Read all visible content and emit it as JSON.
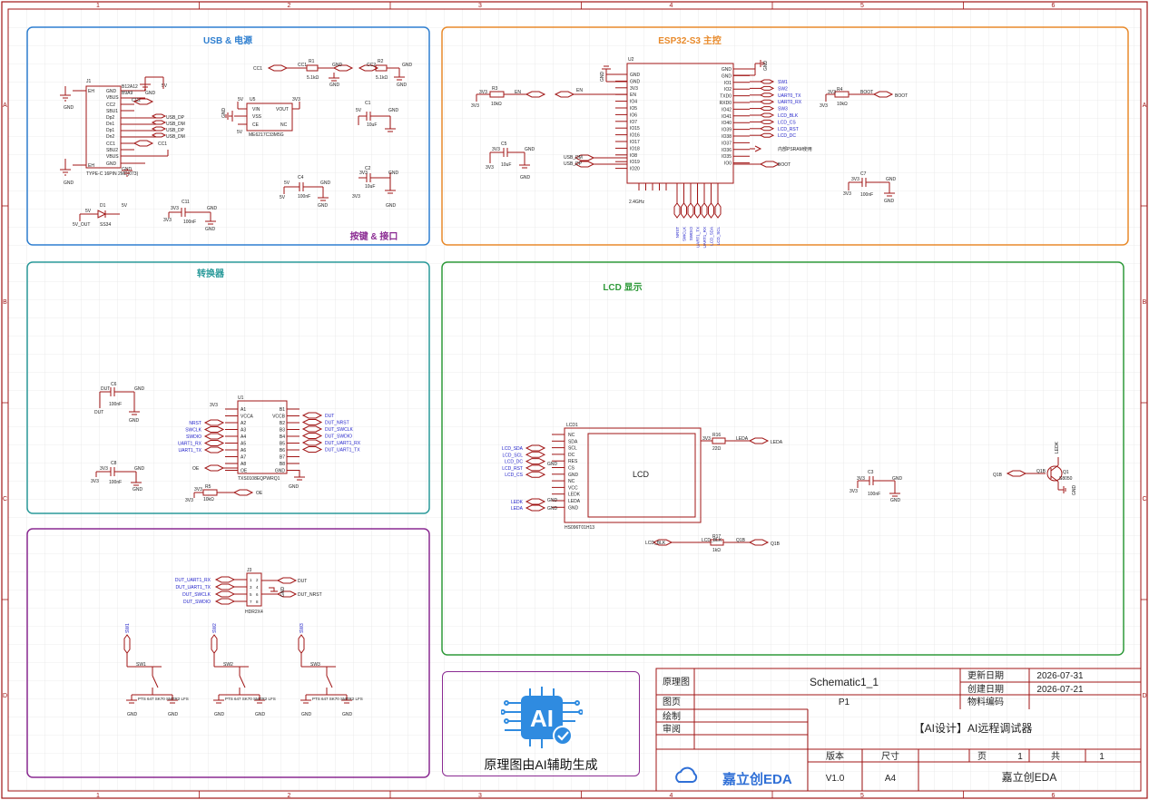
{
  "sheet": {
    "col_labels": [
      "1",
      "2",
      "3",
      "4",
      "5",
      "6"
    ],
    "row_labels": [
      "A",
      "B",
      "C",
      "D"
    ]
  },
  "colors": {
    "usb_panel": "#2f7fd0",
    "esp_panel": "#e88a2b",
    "conv_panel": "#2a9a9a",
    "lcd_panel": "#2f9a3a",
    "btn_panel": "#8a2a92",
    "wire": "#a01515",
    "grid": "#e3e3e3",
    "label_blue": "#1c1cc8"
  },
  "panels": {
    "usb": {
      "title": "USB & 电源",
      "subtitle": "按键 & 接口"
    },
    "esp": {
      "title": "ESP32-S3 主控"
    },
    "conv": {
      "title": "转换器"
    },
    "lcd": {
      "title": "LCD 显示"
    }
  },
  "usb_labels": {
    "j1": "J1",
    "eh": "EH",
    "gnd": "GND",
    "vbus": "VBUS",
    "cc2": "CC2",
    "sbu1": "SBU1",
    "dp2": "Dp2",
    "dn1": "Dn1",
    "dp1": "Dp1",
    "dn2": "Dn2",
    "cc1": "CC1",
    "sbu2": "SBU2",
    "usb_dp": "USB_DP",
    "usb_dm": "USB_DM",
    "conn_name": "TYPE-C 16PIN 2MD(073)",
    "b12a12": "B12A12",
    "b9a9": "B9A9",
    "cc1_net": "CC1",
    "cc2_net": "CC2",
    "v5": "5V",
    "r1": "R1",
    "r1v": "5.1kΩ",
    "r2": "R2",
    "r2v": "5.1kΩ",
    "u5": "U5",
    "vin": "VIN",
    "vss": "VSS",
    "ce": "CE",
    "vout": "VOUT",
    "nc": "NC",
    "u5_name": "ME6217C33M5G",
    "v3v3": "3V3",
    "c1": "C1",
    "c1v": "10uF",
    "c2": "C2",
    "c2v": "10uF",
    "c4": "C4",
    "c4v": "100nF",
    "c11": "C11",
    "c11v": "100nF",
    "d1": "D1",
    "d1_name": "SS34",
    "v5_out": "5V_OUT"
  },
  "esp_labels": {
    "u2": "U2",
    "r3": "R3",
    "r3v": "10kΩ",
    "en": "EN",
    "c5": "C5",
    "c5v": "10uF",
    "usb_dm": "USB_DM",
    "usb_dp": "USB_DP",
    "freq": "2.4GHz",
    "left_pins": [
      "GND",
      "GND",
      "3V3",
      "EN",
      "IO4",
      "IO5",
      "IO6",
      "IO7",
      "IO15",
      "IO16",
      "IO17",
      "IO18",
      "IO8",
      "IO19",
      "IO20"
    ],
    "right_pins": [
      "GND",
      "GND",
      "IO1",
      "IO2",
      "TXD0",
      "RXD0",
      "IO42",
      "IO41",
      "IO40",
      "IO39",
      "IO38",
      "IO37",
      "IO36",
      "IO35",
      "IO0"
    ],
    "right_nets": [
      "SW1",
      "SW2",
      "UART0_TX",
      "UART0_RX",
      "SW3",
      "LCD_BLK",
      "LCD_CS",
      "LCD_RST",
      "LCD_DC"
    ],
    "psram": "内部PSRAM使用",
    "boot": "BOOT",
    "bottom_nets": [
      "NRST",
      "SWCLK",
      "SWDIO",
      "UART1_TX",
      "UART1_RX",
      "LCD_SDA",
      "LCD_SCL"
    ],
    "r4": "R4",
    "r4v": "10kΩ",
    "c7": "C7",
    "c7v": "100nF"
  },
  "conv_labels": {
    "u1": "U1",
    "c6": "C6",
    "c6v": "100nF",
    "c8": "C8",
    "c8v": "100nF",
    "dut": "DUT",
    "left_pins": [
      "A1",
      "VCCA",
      "A2",
      "A3",
      "A4",
      "A5",
      "A6",
      "A7",
      "A8",
      "OE"
    ],
    "right_pins": [
      "B1",
      "VCCB",
      "B2",
      "B3",
      "B4",
      "B5",
      "B6",
      "B7",
      "B8",
      "GND"
    ],
    "left_nets": [
      "NRST",
      "SWCLK",
      "SWDIO",
      "UART1_RX",
      "UART1_TX"
    ],
    "right_nets": [
      "DUT",
      "DUT_NRST",
      "DUT_SWCLK",
      "DUT_SWDIO",
      "DUT_UART1_RX",
      "DUT_UART1_TX"
    ],
    "u1_name": "TXS0108EQPWRQ1",
    "oe": "OE",
    "r5": "R5",
    "r5v": "10kΩ"
  },
  "hdr_labels": {
    "j3": "J3",
    "hdr_name": "HDR2X4",
    "left_nets": [
      "DUT_UART1_RX",
      "DUT_UART1_TX",
      "DUT_SWCLK",
      "DUT_SWDIO"
    ],
    "right_nets": [
      "DUT",
      "DUT_NRST"
    ]
  },
  "sw_labels": {
    "items": [
      {
        "ref": "SW1",
        "name": "PTS 647 SK70 SMTR2 LFS"
      },
      {
        "ref": "SW2",
        "name": "PTS 647 SK70 SMTR2 LFS"
      },
      {
        "ref": "SW3",
        "name": "PTS 647 SK70 SMTR2 LFS"
      }
    ]
  },
  "lcd_labels": {
    "lcd1": "LCD1",
    "lcd": "LCD",
    "pins": [
      "NC",
      "SDA",
      "SCL",
      "DC",
      "RES",
      "CS",
      "GND",
      "NC",
      "VCC",
      "LEDK",
      "LEDA",
      "GND"
    ],
    "nets": [
      "LCD_SDA",
      "LCD_SCL",
      "LCD_DC",
      "LCD_RST",
      "LCD_CS"
    ],
    "ledk": "LEDK",
    "leda": "LEDA",
    "lcd_name": "HS096T01H13",
    "r16": "R16",
    "r16v": "22Ω",
    "c3": "C3",
    "c3v": "100nF",
    "q1": "Q1",
    "q1_name": "S8050",
    "q1b": "Q1B",
    "lcd_blk": "LCD_BLK",
    "r17": "R17",
    "r17v": "1kΩ"
  },
  "title_block": {
    "r1_label": "原理图",
    "r1_value": "Schematic1_1",
    "update_label": "更新日期",
    "update_value": "2026-07-31",
    "create_label": "创建日期",
    "create_value": "2026-07-21",
    "page_label": "图页",
    "page_value": "P1",
    "part_label": "物料编码",
    "draw_label": "绘制",
    "review_label": "审阅",
    "project": "【AI设计】AI远程调试器",
    "version_label": "版本",
    "size_label": "尺寸",
    "page_no_label": "页",
    "page_no": "1",
    "total_label": "共",
    "total": "1",
    "version": "V1.0",
    "size": "A4",
    "company": "嘉立创EDA",
    "logo_text": "嘉立创EDA"
  },
  "ai_box": {
    "icon_text": "AI",
    "caption": "原理图由AI辅助生成"
  }
}
